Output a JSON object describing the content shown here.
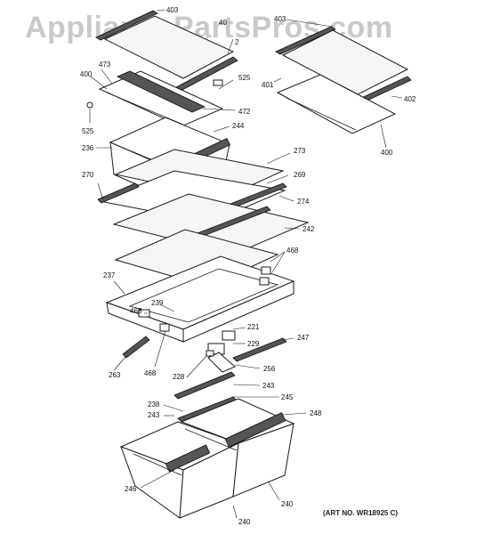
{
  "watermark": "AppliancePartsPros.com",
  "art_number": "(ART NO. WR18925 C)",
  "callouts": {
    "c403a": "403",
    "c40": "40",
    "c2": "2",
    "c473": "473",
    "c400a": "400",
    "c525a": "525",
    "c472": "472",
    "c525b": "525",
    "c244": "244",
    "c236": "236",
    "c273": "273",
    "c269": "269",
    "c270": "270",
    "c274": "274",
    "c242": "242",
    "c468a": "468",
    "c237": "237",
    "c239": "239",
    "c468b": "468",
    "c221": "221",
    "c247": "247",
    "c229": "229",
    "c263": "263",
    "c468c": "468",
    "c228": "228",
    "c256": "256",
    "c243a": "243",
    "c238": "238",
    "c245": "245",
    "c243b": "243",
    "c248": "248",
    "c246": "246",
    "c240a": "240",
    "c240b": "240",
    "c403b": "403",
    "c401": "401",
    "c402": "402",
    "c400b": "400"
  }
}
